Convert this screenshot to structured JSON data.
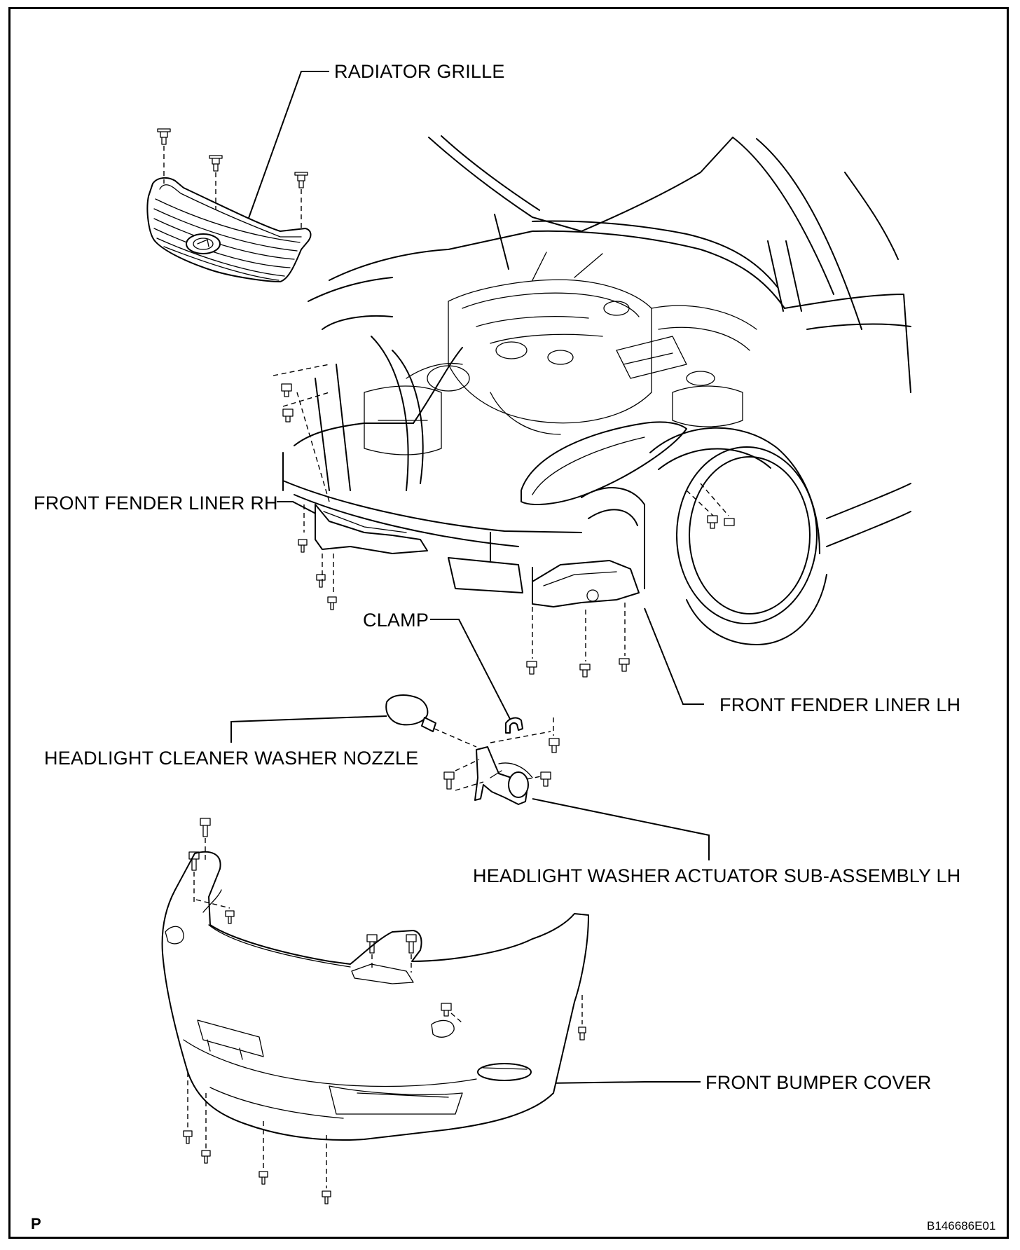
{
  "labels": {
    "radiator_grille": "RADIATOR GRILLE",
    "front_fender_liner_rh": "FRONT FENDER LINER RH",
    "clamp": "CLAMP",
    "front_fender_liner_lh": "FRONT FENDER LINER LH",
    "headlight_cleaner_washer_nozzle": "HEADLIGHT CLEANER WASHER NOZZLE",
    "headlight_washer_actuator": "HEADLIGHT WASHER ACTUATOR SUB-ASSEMBLY LH",
    "front_bumper_cover": "FRONT BUMPER COVER"
  },
  "corner_mark": "P",
  "figure_code": "B146686E01"
}
